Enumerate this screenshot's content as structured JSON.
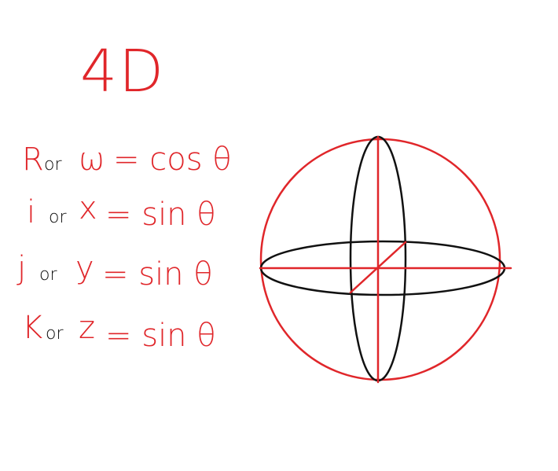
{
  "title": "4D",
  "colors": {
    "red": "#e0262a",
    "black": "#111111",
    "background": "#ffffff"
  },
  "equations": [
    {
      "symbol": "R",
      "connector": "or",
      "variable": "ω",
      "rhs": "= cos θ"
    },
    {
      "symbol": "i",
      "connector": "or",
      "variable": "x",
      "rhs": "= sin θ"
    },
    {
      "symbol": "j",
      "connector": "or",
      "variable": "y",
      "rhs": "= sin θ"
    },
    {
      "symbol": "K",
      "connector": "or",
      "variable": "z",
      "rhs": "= sin θ"
    }
  ]
}
